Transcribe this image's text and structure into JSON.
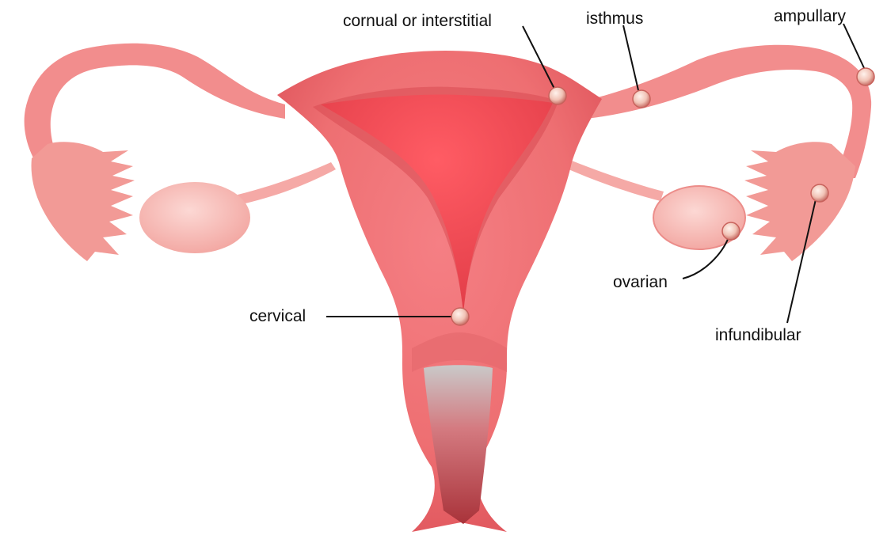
{
  "diagram": {
    "labels": {
      "cornual": "cornual or interstitial",
      "isthmus": "isthmus",
      "ampullary": "ampullary",
      "ovarian": "ovarian",
      "cervical": "cervical",
      "infundibular": "infundibular"
    },
    "colors": {
      "tissue": "#f08080",
      "tissue_light": "#f7b0ac",
      "tissue_dark": "#d9434a",
      "cavity": "#ef4a52",
      "ovary": "#f8c2bd",
      "pointer": "#111111"
    },
    "icons": {
      "implantation_site": "embryo-dot-icon"
    }
  }
}
